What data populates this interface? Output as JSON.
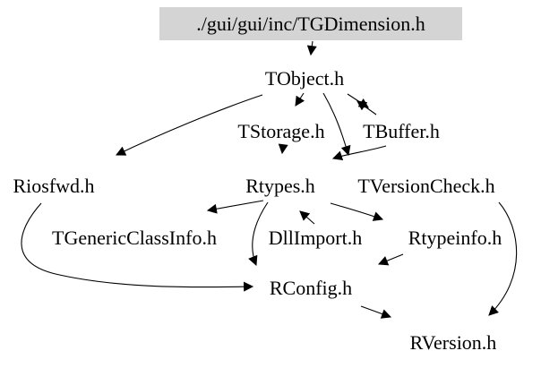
{
  "diagram": {
    "type": "include-dependency-graph",
    "background_color": "#ffffff",
    "highlight_bg_color": "#d4d4d4",
    "edge_color": "#000000",
    "nodes": [
      {
        "id": "tgdimension",
        "label": "./gui/gui/inc/TGDimension.h",
        "highlighted": true
      },
      {
        "id": "tobject",
        "label": "TObject.h"
      },
      {
        "id": "tstorage",
        "label": "TStorage.h"
      },
      {
        "id": "tbuffer",
        "label": "TBuffer.h"
      },
      {
        "id": "riosfwd",
        "label": "Riosfwd.h"
      },
      {
        "id": "rtypes",
        "label": "Rtypes.h"
      },
      {
        "id": "tversioncheck",
        "label": "TVersionCheck.h"
      },
      {
        "id": "tgenericclassinfo",
        "label": "TGenericClassInfo.h"
      },
      {
        "id": "dllimport",
        "label": "DllImport.h"
      },
      {
        "id": "rtypeinfo",
        "label": "Rtypeinfo.h"
      },
      {
        "id": "rconfig",
        "label": "RConfig.h"
      },
      {
        "id": "rversion",
        "label": "RVersion.h"
      }
    ],
    "edges": [
      {
        "from": "tgdimension",
        "to": "tobject"
      },
      {
        "from": "tobject",
        "to": "riosfwd"
      },
      {
        "from": "tobject",
        "to": "tstorage"
      },
      {
        "from": "tobject",
        "to": "tbuffer"
      },
      {
        "from": "tbuffer",
        "to": "tobject"
      },
      {
        "from": "tobject",
        "to": "tversioncheck"
      },
      {
        "from": "tbuffer",
        "to": "rtypes"
      },
      {
        "from": "tstorage",
        "to": "rtypes"
      },
      {
        "from": "rtypes",
        "to": "tgenericclassinfo"
      },
      {
        "from": "rtypes",
        "to": "rconfig"
      },
      {
        "from": "rtypes",
        "to": "rtypeinfo"
      },
      {
        "from": "dllimport",
        "to": "rtypes"
      },
      {
        "from": "rtypeinfo",
        "to": "rconfig"
      },
      {
        "from": "riosfwd",
        "to": "rconfig"
      },
      {
        "from": "rconfig",
        "to": "rversion"
      },
      {
        "from": "tversioncheck",
        "to": "rversion"
      }
    ]
  }
}
